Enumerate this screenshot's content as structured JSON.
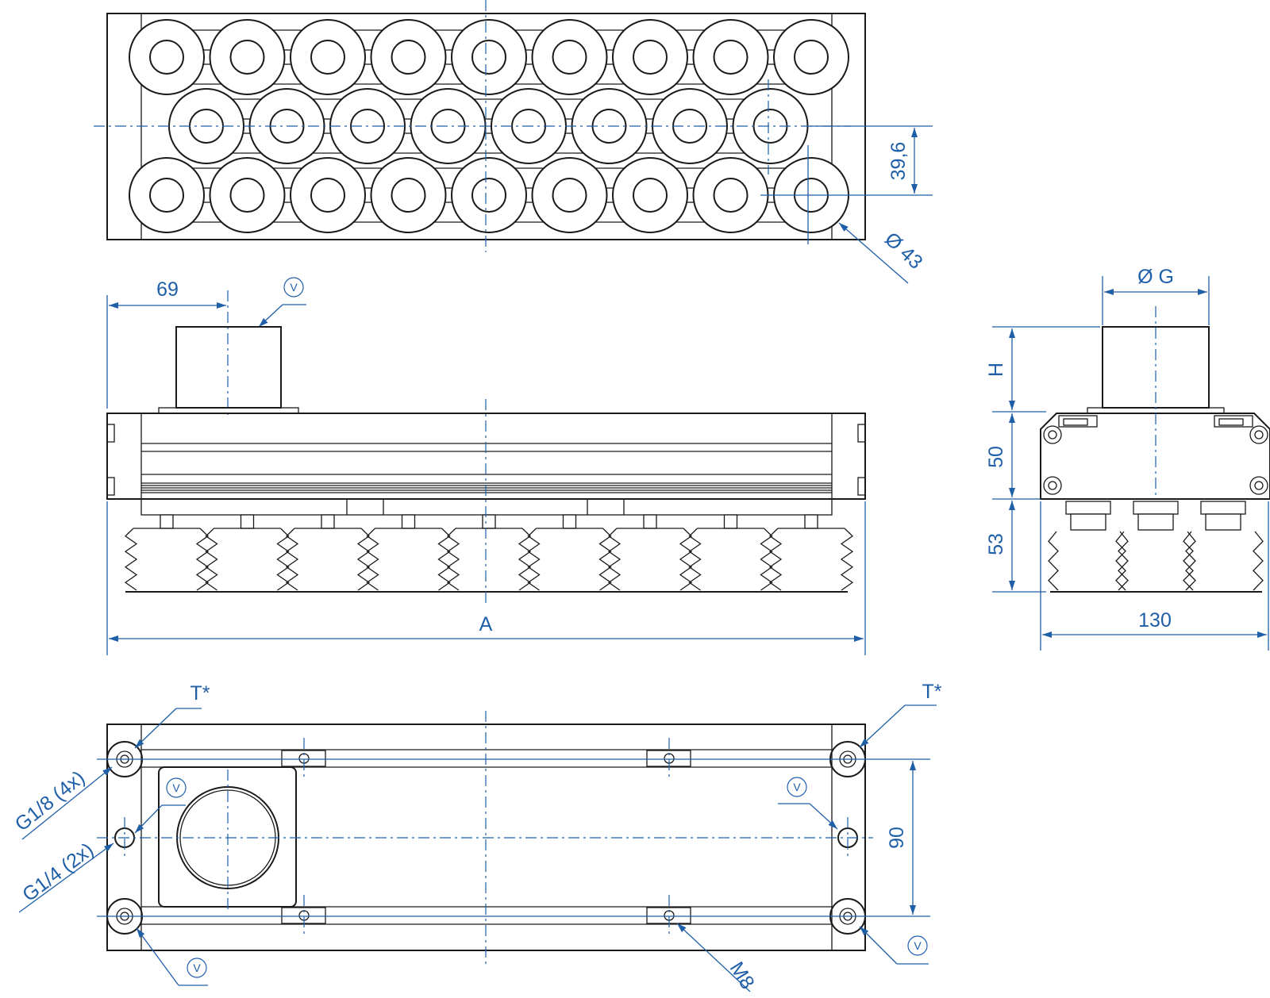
{
  "drawing": {
    "labels": {
      "pitch_39_6": "39,6",
      "cup_diameter": "Ø 43",
      "offset_69": "69",
      "length_A": "A",
      "dia_G": "Ø G",
      "height_H": "H",
      "height_50": "50",
      "height_53": "53",
      "width_130": "130",
      "thread_T_left": "T*",
      "thread_T_right": "T*",
      "port_g18": "G1/8 (4x)",
      "port_g14": "G1/4 (2x)",
      "spacing_90": "90",
      "thread_M8": "M8",
      "vacuum_symbol": "V"
    },
    "colors": {
      "dimension": "#1f5fa8",
      "outline": "#1a1a1a"
    }
  }
}
